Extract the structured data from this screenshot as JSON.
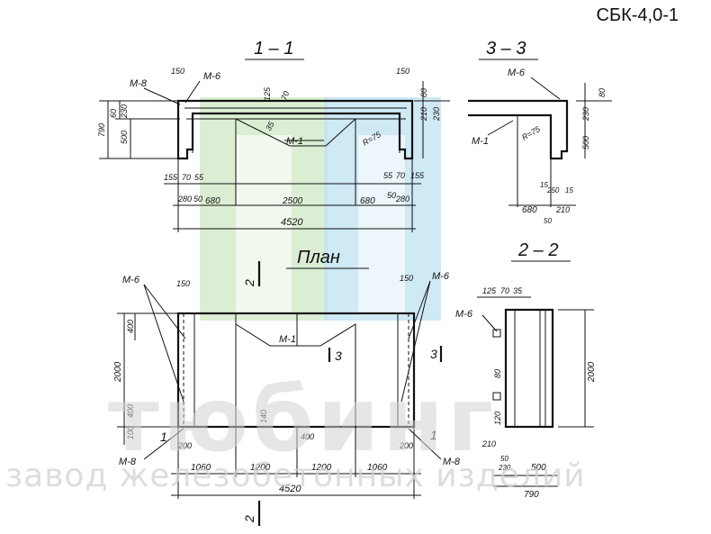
{
  "product_code": "СБК-4,0-1",
  "watermark": {
    "brand": "тюбинг",
    "tagline": "завод железобетонных изделий",
    "colors": {
      "green": "#cfe8c4",
      "blue": "#bfe2f2",
      "gray": "#d2d2d2"
    }
  },
  "section_1_1": {
    "title": "1 – 1",
    "marks": [
      "М-8",
      "М-6",
      "М-1",
      "R=75"
    ],
    "dims_top": [
      "150",
      "150",
      "125",
      "70",
      "35",
      "80"
    ],
    "dims_left": [
      "790",
      "500",
      "60",
      "230"
    ],
    "dims_right": [
      "210",
      "230"
    ],
    "dims_bottom_small": [
      "155",
      "70",
      "55",
      "55",
      "70",
      "155"
    ],
    "dims_bottom": [
      "280",
      "50",
      "680",
      "2500",
      "680",
      "50",
      "280"
    ],
    "total": "4520"
  },
  "section_3_3": {
    "title": "3 – 3",
    "marks": [
      "М-6",
      "М-1",
      "R=75"
    ],
    "dims_right": [
      "80",
      "230",
      "500"
    ],
    "dims_bottom": [
      "15",
      "250",
      "15",
      "680",
      "50",
      "210"
    ]
  },
  "section_2_2": {
    "title": "2 – 2"
  },
  "plan": {
    "title": "План",
    "marks": [
      "М-6",
      "М-6",
      "М-1",
      "М-8",
      "М-8"
    ],
    "section_refs": [
      "2",
      "3",
      "3",
      "1",
      "1",
      "2"
    ],
    "dims_left": [
      "400",
      "2000",
      "400",
      "100"
    ],
    "dims_top": [
      "150",
      "150"
    ],
    "dims_inner": [
      "140",
      "400",
      "200",
      "200"
    ],
    "dims_bottom": [
      "1060",
      "1200",
      "1200",
      "1060"
    ],
    "total": "4520"
  },
  "side_view": {
    "marks": [
      "М-6"
    ],
    "dims_top": [
      "125",
      "70",
      "35"
    ],
    "dims_left": [
      "80",
      "120",
      "210"
    ],
    "dims_right": [
      "2000"
    ],
    "dims_bottom": [
      "50",
      "230",
      "500",
      "790"
    ]
  }
}
